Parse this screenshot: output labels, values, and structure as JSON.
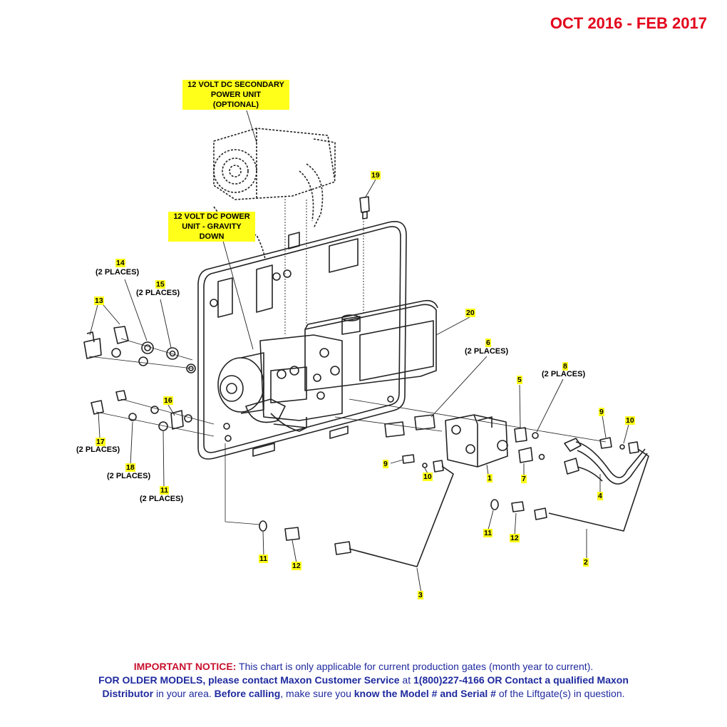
{
  "header": {
    "date_range": "OCT 2016 - FEB 2017"
  },
  "callouts": {
    "secondary_power_unit": [
      "12 VOLT DC SECONDARY",
      "POWER UNIT",
      "(OPTIONAL)"
    ],
    "power_unit": [
      "12 VOLT DC POWER",
      "UNIT - GRAVITY",
      "DOWN"
    ]
  },
  "parts": {
    "p19": "19",
    "p20": "20",
    "p14": "14",
    "p14_places": "(2 PLACES)",
    "p15": "15",
    "p15_places": "(2 PLACES)",
    "p13": "13",
    "p6": "6",
    "p6_places": "(2 PLACES)",
    "p8": "8",
    "p8_places": "(2 PLACES)",
    "p5": "5",
    "p9a": "9",
    "p10a": "10",
    "p16": "16",
    "p17": "17",
    "p17_places": "(2 PLACES)",
    "p18": "18",
    "p18_places": "(2 PLACES)",
    "p11a": "11",
    "p11a_places": "(2 PLACES)",
    "p9b": "9",
    "p10b": "10",
    "p1": "1",
    "p7": "7",
    "p4": "4",
    "p11b": "11",
    "p12b": "12",
    "p11c": "11",
    "p12c": "12",
    "p2": "2",
    "p3": "3"
  },
  "notice": {
    "line1_bold": "IMPORTANT NOTICE:",
    "line1_text": " This chart is only applicable for current production gates (month year to current).",
    "line2_bold1": "FOR OLDER MODELS, please contact Maxon Customer Service",
    "line2_text1": " at ",
    "line2_bold2": "1(800)227-4166 OR Contact a qualified Maxon",
    "line3_bold1": "Distributor",
    "line3_text1": " in your area. ",
    "line3_bold2": "Before calling",
    "line3_text2": ", make sure you ",
    "line3_bold3": "know the Model # and Serial #",
    "line3_text3": " of the Liftgate(s) in question."
  }
}
